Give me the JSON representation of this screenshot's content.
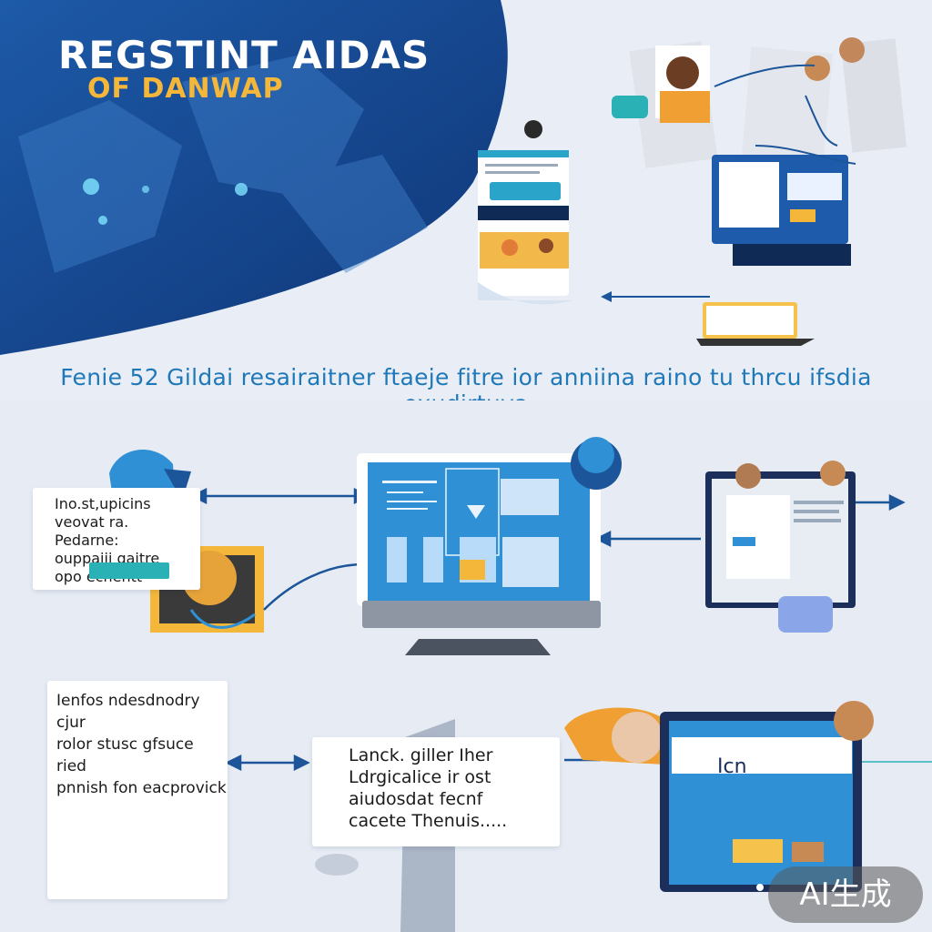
{
  "hero": {
    "title": "REGSTINT AIDAS",
    "subtitle": "OF DANWAP"
  },
  "divider": {
    "text": "Fenie 52  Gildai resairaitner  ftaeje fitre ior  anniina raino  tu  thrcu ifsdia exudirtuva"
  },
  "cards": {
    "note_1": [
      "Ino.st,upicins",
      "veovat ra. Pedarne:",
      "ouppaiii gaitre",
      "opo ecnentt"
    ],
    "note_2": [
      "Ienfos ndesdnodry cjur",
      "rolor stusc gfsuce ried",
      "pnnish  fon  eacprovick"
    ],
    "note_3": [
      "Lanck.  giller  Iher",
      "Ldrgicalice  ir ost",
      "aiudosdat  fecnf",
      "cacete  Thenuis....."
    ]
  },
  "screens": {
    "tablet_heading": "Icn"
  },
  "watermark": {
    "text": "AI生成"
  },
  "colors": {
    "hero_navy": "#0f3576",
    "hero_blue": "#1d5aa8",
    "accent_blue": "#2f90d6",
    "accent_yellow": "#f5b73a",
    "arrow": "#1c5599",
    "background": "#e9eef6"
  }
}
